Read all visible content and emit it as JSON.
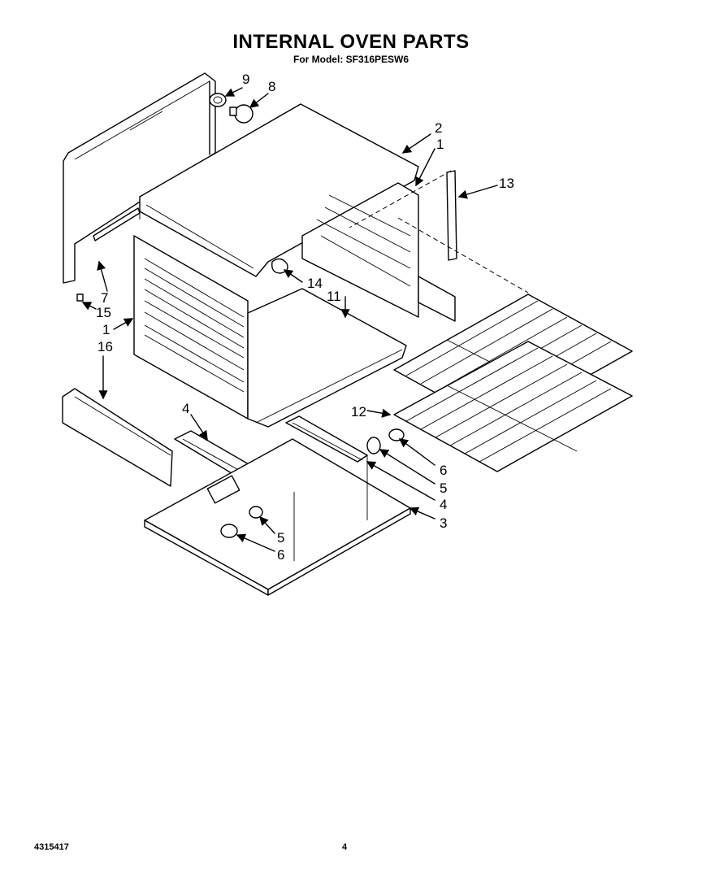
{
  "header": {
    "title": "INTERNAL OVEN PARTS",
    "subtitle": "For Model: SF316PESW6"
  },
  "callouts": {
    "c9": "9",
    "c8": "8",
    "c2": "2",
    "c1_top": "1",
    "c13": "13",
    "c14": "14",
    "c11": "11",
    "c7": "7",
    "c15": "15",
    "c1_left": "1",
    "c16": "16",
    "c4_left": "4",
    "c12": "12",
    "c6_right": "6",
    "c5_right": "5",
    "c4_right": "4",
    "c3": "3",
    "c5_bottom": "5",
    "c6_bottom": "6"
  },
  "footer": {
    "part_number": "4315417",
    "page_number": "4"
  }
}
